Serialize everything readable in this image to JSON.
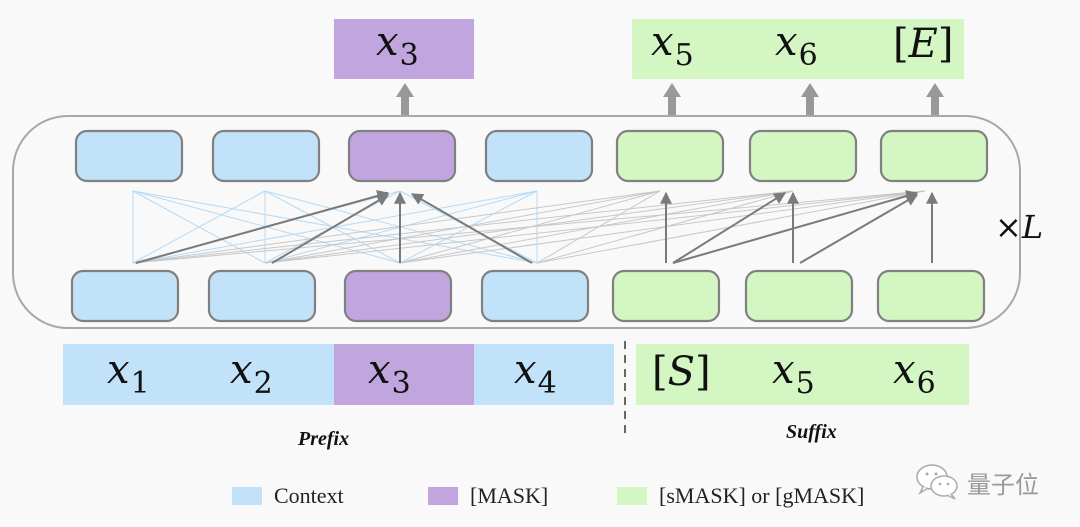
{
  "colors": {
    "context": "#c1e2f8",
    "mask": "#c1a5df",
    "smask": "#d3f6c3",
    "box_border": "#808080",
    "context_edge": "#b6daf5",
    "gray_edge": "#c8c8c8",
    "arrow": "#7a7a7a"
  },
  "outputs": {
    "mask_tokens": [
      {
        "var": "x",
        "sub": "3"
      }
    ],
    "suffix_tokens": [
      {
        "var": "x",
        "sub": "5"
      },
      {
        "var": "x",
        "sub": "6"
      },
      {
        "var": "E",
        "bracket": true
      }
    ]
  },
  "layers": {
    "repeat_label_symbol": "×",
    "repeat_label_var": "L",
    "upper_row": [
      "context",
      "context",
      "mask",
      "context",
      "smask",
      "smask",
      "smask"
    ],
    "lower_row": [
      "context",
      "context",
      "mask",
      "context",
      "smask",
      "smask",
      "smask"
    ]
  },
  "inputs": {
    "prefix_tokens": [
      {
        "var": "x",
        "sub": "1",
        "type": "context"
      },
      {
        "var": "x",
        "sub": "2",
        "type": "context"
      },
      {
        "var": "x",
        "sub": "3",
        "type": "mask"
      },
      {
        "var": "x",
        "sub": "4",
        "type": "context"
      }
    ],
    "suffix_tokens": [
      {
        "var": "S",
        "bracket": true,
        "type": "smask"
      },
      {
        "var": "x",
        "sub": "5",
        "type": "smask"
      },
      {
        "var": "x",
        "sub": "6",
        "type": "smask"
      }
    ],
    "prefix_label": "Prefix",
    "suffix_label": "Suffix"
  },
  "legend": [
    {
      "label": "Context",
      "type": "context"
    },
    {
      "label": "[MASK]",
      "type": "mask"
    },
    {
      "label": "[sMASK] or [gMASK]",
      "type": "smask"
    }
  ],
  "watermark": {
    "icon": "wechat-icon",
    "text": "量子位"
  }
}
